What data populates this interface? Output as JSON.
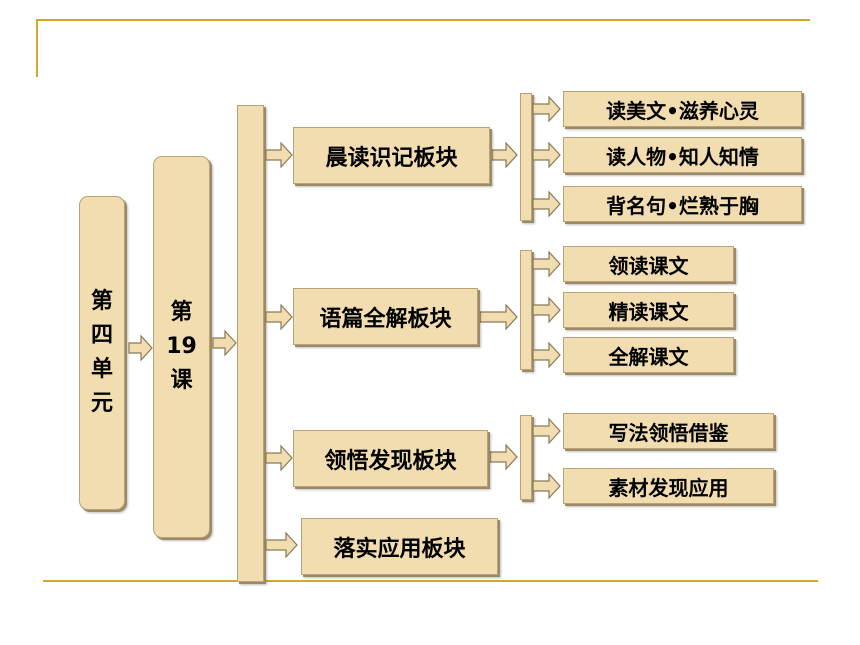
{
  "unit": [
    "第",
    "四",
    "单",
    "元"
  ],
  "lesson": [
    "第",
    "19",
    "课"
  ],
  "sections": [
    {
      "label": "晨读识记板块",
      "items": [
        "读美文•滋养心灵",
        "读人物•知人知情",
        "背名句•烂熟于胸"
      ]
    },
    {
      "label": "语篇全解板块",
      "items": [
        "领读课文",
        "精读课文",
        "全解课文"
      ]
    },
    {
      "label": "领悟发现板块",
      "items": [
        "写法领悟借鉴",
        "素材发现应用"
      ]
    },
    {
      "label": "落实应用板块",
      "items": []
    }
  ],
  "colors": {
    "box_fill": "#f1ddb0",
    "rule": "#d4a82a"
  }
}
